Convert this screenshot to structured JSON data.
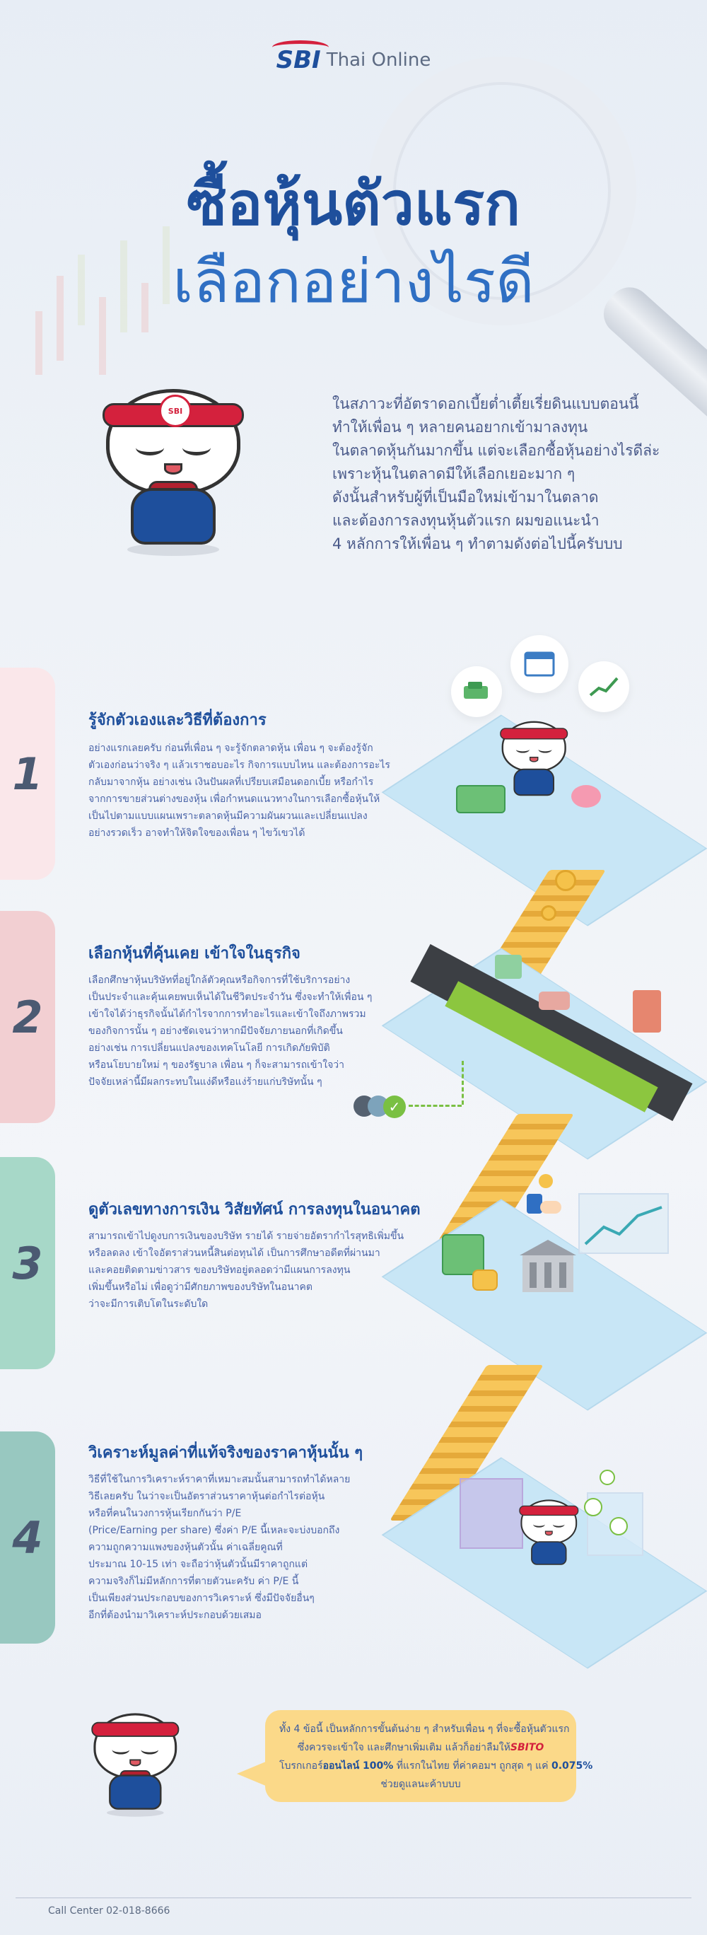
{
  "brand": {
    "logo_mark": "SBI",
    "logo_text": "Thai Online",
    "badge": "SBI"
  },
  "title": {
    "line1": "ซื้อหุ้นตัวแรก",
    "line2": "เลือกอย่างไรดี"
  },
  "intro": {
    "lines": [
      "ในสภาวะที่อัตราดอกเบี้ยต่ำเตี้ยเรี่ยดินแบบตอนนี้",
      "ทำให้เพื่อน ๆ หลายคนอยากเข้ามาลงทุน",
      "ในตลาดหุ้นกันมากขึ้น แต่จะเลือกซื้อหุ้นอย่างไรดีล่ะ",
      "เพราะหุ้นในตลาดมีให้เลือกเยอะมาก ๆ",
      "ดังนั้นสำหรับผู้ที่เป็นมือใหม่เข้ามาในตลาด",
      "และต้องการลงทุนหุ้นตัวแรก ผมขอแนะนำ",
      "4 หลักการให้เพื่อน ๆ ทำตามดังต่อไปนี้ครับบบ"
    ]
  },
  "sections": [
    {
      "number": "1",
      "title": "รู้จักตัวเองและวิธีที่ต้องการ",
      "lines": [
        "อย่างแรกเลยครับ ก่อนที่เพื่อน ๆ จะรู้จักตลาดหุ้น เพื่อน ๆ จะต้องรู้จัก",
        "ตัวเองก่อนว่าจริง ๆ แล้วเราชอบอะไร กิจการแบบไหน และต้องการอะไร",
        "กลับมาจากหุ้น อย่างเช่น เงินปันผลที่เปรียบเสมือนดอกเบี้ย หรือกำไร",
        "จากการขายส่วนต่างของหุ้น เพื่อกำหนดแนวทางในการเลือกซื้อหุ้นให้",
        "เป็นไปตามแบบแผนเพราะตลาดหุ้นมีความผันผวนและเปลี่ยนแปลง",
        "อย่างรวดเร็ว อาจทำให้จิตใจของเพื่อน ๆ ไขว้เขวได้"
      ]
    },
    {
      "number": "2",
      "title": "เลือกหุ้นที่คุ้นเคย เข้าใจในธุรกิจ",
      "lines": [
        "เลือกศึกษาหุ้นบริษัทที่อยู่ใกล้ตัวคุณหรือกิจการที่ใช้บริการอย่าง",
        "เป็นประจำและคุ้นเคยพบเห็นได้ในชีวิตประจำวัน ซึ่งจะทำให้เพื่อน ๆ",
        "เข้าใจได้ว่าธุรกิจนั้นได้กำไรจากการทำอะไรและเข้าใจถึงภาพรวม",
        "ของกิจการนั้น ๆ อย่างชัดเจนว่าหากมีปัจจัยภายนอกที่เกิดขึ้น",
        "อย่างเช่น การเปลี่ยนแปลงของเทคโนโลยี การเกิดภัยพิบัติ",
        "หรือนโยบายใหม่ ๆ ของรัฐบาล เพื่อน ๆ ก็จะสามารถเข้าใจว่า",
        "ปัจจัยเหล่านี้มีผลกระทบในแง่ดีหรือแง่ร้ายแก่บริษัทนั้น ๆ"
      ]
    },
    {
      "number": "3",
      "title": "ดูตัวเลขทางการเงิน วิสัยทัศน์ การลงทุนในอนาคต",
      "lines": [
        "สามารถเข้าไปดูงบการเงินของบริษัท รายได้ รายจ่ายอัตรากำไรสุทธิเพิ่มขึ้น",
        "หรือลดลง เข้าใจอัตราส่วนหนี้สินต่อทุนได้ เป็นการศึกษาอดีตที่ผ่านมา",
        "และคอยติดตามข่าวสาร ของบริษัทอยู่ตลอดว่ามีแผนการลงทุน",
        "เพิ่มขึ้นหรือไม่ เพื่อดูว่ามีศักยภาพของบริษัทในอนาคต",
        "ว่าจะมีการเติบโตในระดับใด"
      ]
    },
    {
      "number": "4",
      "title": "วิเคราะห์มูลค่าที่แท้จริงของราคาหุ้นนั้น ๆ",
      "lines": [
        "วิธีที่ใช้ในการวิเคราะห์ราคาที่เหมาะสมนั้นสามารถทำได้หลาย",
        "วิธีเลยครับ ในว่าจะเป็นอัตราส่วนราคาหุ้นต่อกำไรต่อหุ้น",
        "หรือที่คนในวงการหุ้นเรียกกันว่า P/E",
        "(Price/Earning per share) ซึ่งค่า P/E นี้เหละจะบ่งบอกถึง",
        "ความถูกความแพงของหุ้นตัวนั้น ค่าเฉลี่ยคูณที่",
        "ประมาณ 10-15 เท่า จะถือว่าหุ้นตัวนั้นมีราคาถูกแต่",
        "ความจริงก็ไม่มีหลักการที่ตายตัวนะครับ ค่า P/E นี้",
        "เป็นเพียงส่วนประกอบของการวิเคราะห์ ซึ่งมีปัจจัยอื่นๆ",
        "อีกที่ต้องนำมาวิเคราะห์ประกอบด้วยเสมอ"
      ]
    }
  ],
  "closing": {
    "line1": "ทั้ง 4 ข้อนี้ เป็นหลักการขั้นต้นง่าย ๆ สำหรับเพื่อน ๆ ที่จะซื้อหุ้นตัวแรก",
    "line2_a": "ซึ่งควรจะเข้าใจ และศึกษาเพิ่มเติม แล้วก็อย่าลืมให้",
    "line2_brand": "SBITO",
    "line3_a": "โบรกเกอร์",
    "line3_b": "ออนไลน์ 100%",
    "line3_c": " ที่แรกในไทย ที่ค่าคอมฯ ถูกสุด ๆ แค่ ",
    "line3_d": "0.075%",
    "line4": "ช่วยดูแลนะค้าบบบ"
  },
  "footer": {
    "call_center": "Call Center 02-018-8666"
  },
  "colors": {
    "primary": "#1e4f9c",
    "accent": "#d4213d",
    "card1": "#fae7ea",
    "card2": "#f2cfd2",
    "card3": "#a7d8c8",
    "card4": "#98c8c0",
    "closing": "#fbd989"
  }
}
